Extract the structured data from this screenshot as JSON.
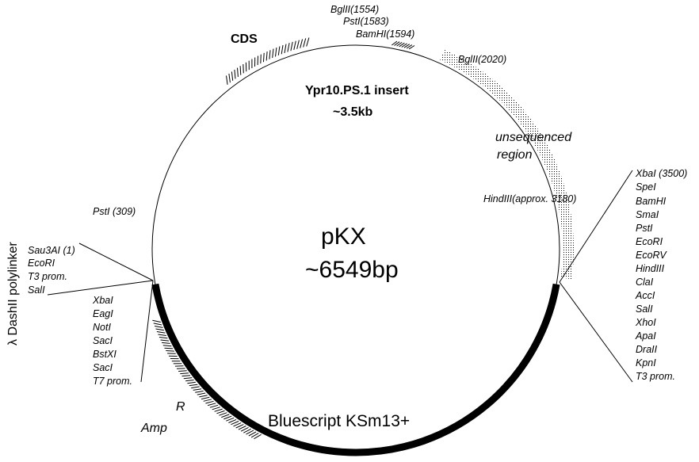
{
  "plasmid": {
    "name": "pKX",
    "size": "~6549bp",
    "backbone": "Bluescript KSm13+",
    "insert_name": "Ypr10.PS.1 insert",
    "insert_size": "~3.5kb",
    "cds": "CDS",
    "unsequenced_1": "unsequenced",
    "unsequenced_2": "region",
    "amp": "Amp",
    "amp_sup": "R",
    "polylinker": "λ DashII polylinker"
  },
  "sites_top": {
    "bglii_1554": "BglII(1554)",
    "psti_1583": "PstI(1583)",
    "bamhi_1594": "BamHI(1594)",
    "bglii_2020": "BglII(2020)",
    "hindiii_approx": "HindIII(approx. 3180)",
    "psti_309": "PstI (309)"
  },
  "sites_left_upper": [
    "Sau3AI (1)",
    "EcoRI",
    "T3 prom.",
    "SalI"
  ],
  "sites_left_lower": [
    "XbaI",
    "EagI",
    "NotI",
    "SacI",
    "BstXI",
    "SacI",
    "T7 prom."
  ],
  "sites_right": [
    "XbaI (3500)",
    "SpeI",
    "BamHI",
    "SmaI",
    "PstI",
    "EcoRI",
    "EcoRV",
    "HindIII",
    "ClaI",
    "AccI",
    "SalI",
    "XhoI",
    "ApaI",
    "DraII",
    "KpnI",
    "T3 prom."
  ]
}
